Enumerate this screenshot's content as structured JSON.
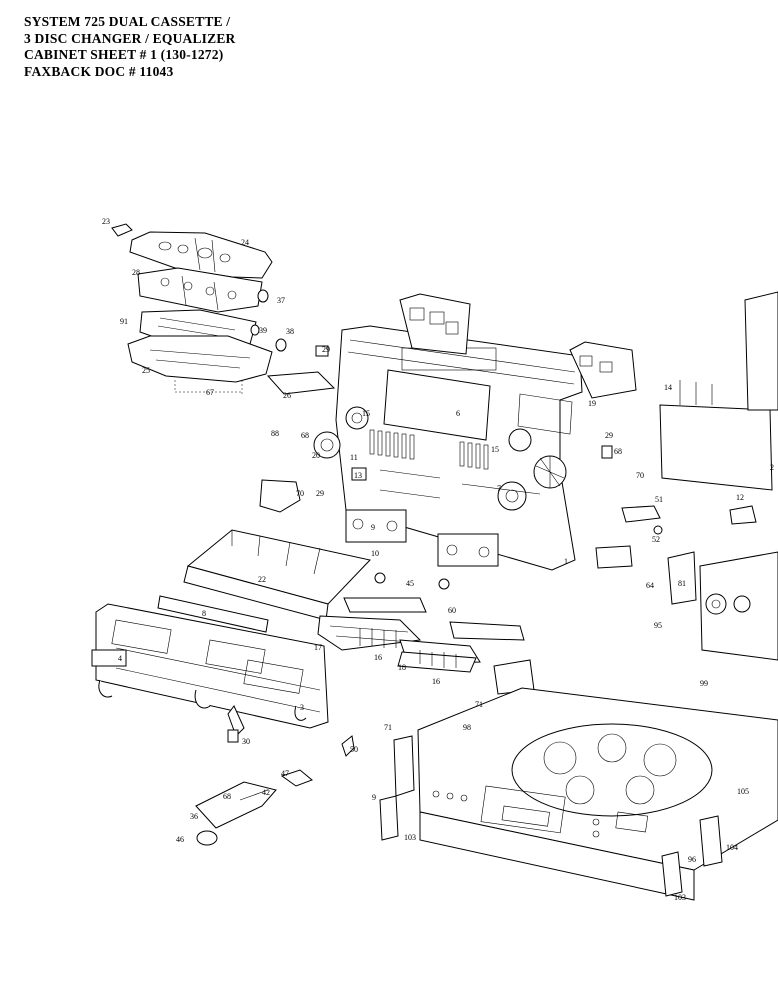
{
  "header": {
    "line1": "SYSTEM 725 DUAL CASSETTE /",
    "line2": "3 DISC CHANGER / EQUALIZER",
    "line3": "CABINET SHEET # 1  (130-1272)",
    "line4": "FAXBACK DOC # 11043"
  },
  "callouts": [
    "23",
    "24",
    "28",
    "37",
    "91",
    "39",
    "38",
    "25",
    "67",
    "26",
    "29",
    "6",
    "15",
    "88",
    "68",
    "11",
    "70",
    "14",
    "15",
    "13",
    "20",
    "29",
    "7",
    "19",
    "29",
    "68",
    "70",
    "51",
    "12",
    "2",
    "22",
    "9",
    "10",
    "45",
    "60",
    "17",
    "16",
    "18",
    "16",
    "8",
    "3",
    "1",
    "4",
    "30",
    "50",
    "71",
    "47",
    "42",
    "68",
    "36",
    "46",
    "98",
    "99",
    "96",
    "104",
    "105",
    "81",
    "95",
    "64",
    "52",
    "71",
    "103",
    "103",
    "9"
  ]
}
